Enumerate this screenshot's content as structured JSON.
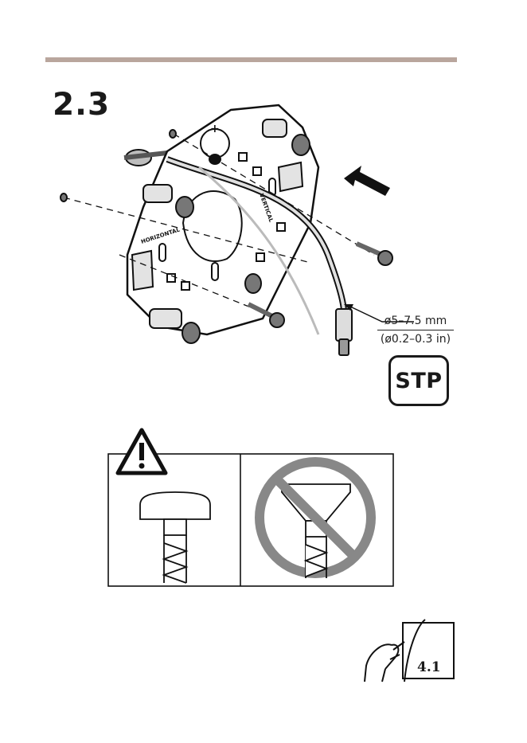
{
  "step": {
    "number": "2.3"
  },
  "cable": {
    "diameter_mm": "ø5–7.5 mm",
    "diameter_in": "(ø0.2–0.3 in)"
  },
  "badge": {
    "cable_type": "STP"
  },
  "plate_labels": {
    "horizontal": "HORIZONTAL",
    "vertical": "VERTICAL"
  },
  "reference": {
    "section": "4.1"
  },
  "icons": {
    "warning": "warning-triangle-icon",
    "allowed_screw": "pan-head-screw-icon",
    "forbidden_screw": "countersunk-screw-prohibited-icon",
    "reference": "manual-page-reference-icon"
  },
  "colors": {
    "rule": "#b9a69d",
    "prohibit": "#888888"
  }
}
